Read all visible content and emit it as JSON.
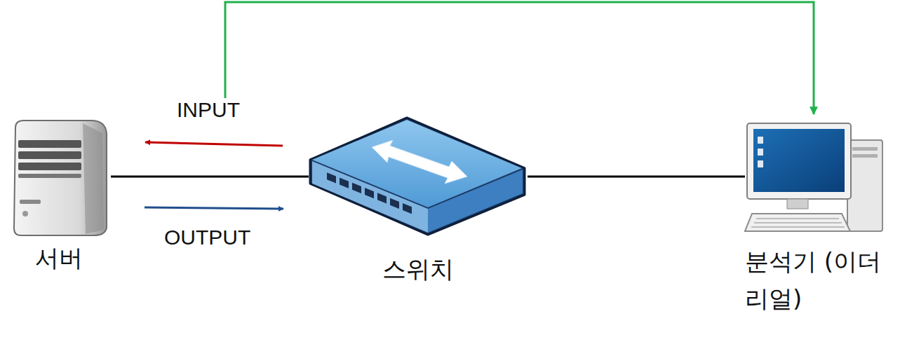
{
  "diagram": {
    "nodes": [
      {
        "text": [
          "서버"
        ]
      },
      {
        "text": [
          "스위치"
        ]
      },
      {
        "text": [
          "분석기 (이더리얼)"
        ]
      }
    ],
    "edges": [
      {
        "from": 0,
        "to": 1,
        "arrow": "none"
      },
      {
        "from": 1,
        "to": 2,
        "arrow": "none"
      }
    ],
    "labels": [
      "INPUT",
      "OUTPUT"
    ]
  }
}
